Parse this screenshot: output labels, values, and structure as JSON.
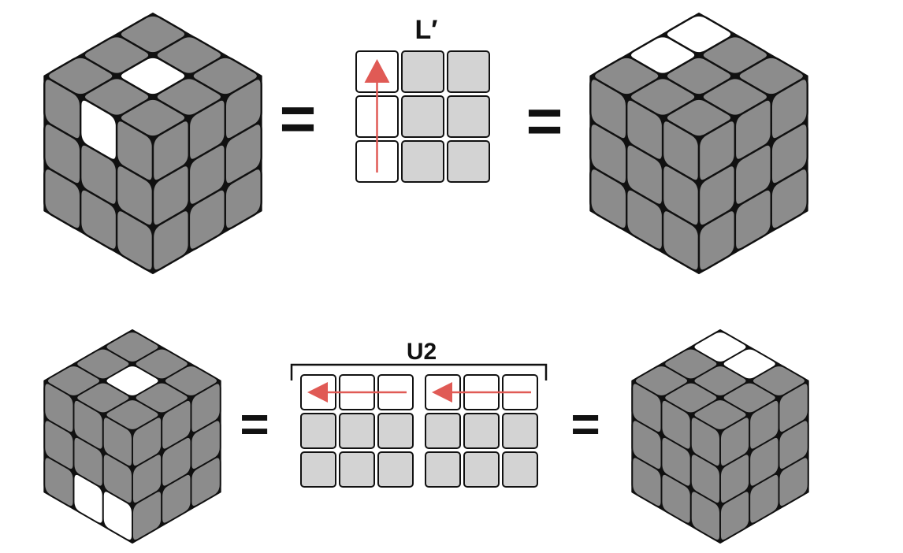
{
  "colors": {
    "sticker_gray": "#8c8c8c",
    "sticker_white": "#ffffff",
    "grid_gray": "#d3d3d3",
    "outline": "#111111",
    "arrow_red": "#e05a55"
  },
  "rows": [
    {
      "move_label": "L′",
      "equals": [
        "=",
        "="
      ],
      "left_cube": {
        "top_white": [
          [
            1,
            1
          ]
        ],
        "left_white": [
          [
            0,
            1
          ]
        ],
        "right_white": []
      },
      "right_cube": {
        "top_white": [
          [
            0,
            0
          ],
          [
            0,
            1
          ]
        ],
        "left_white": [],
        "right_white": []
      },
      "notation": {
        "arrow": "up"
      }
    },
    {
      "move_label": "U2",
      "equals": [
        "=",
        "="
      ],
      "left_cube": {
        "top_white": [
          [
            1,
            1
          ]
        ],
        "left_white": [
          [
            2,
            1
          ],
          [
            2,
            2
          ]
        ],
        "right_white": []
      },
      "right_cube": {
        "top_white": [
          [
            0,
            0
          ],
          [
            1,
            0
          ]
        ],
        "left_white": [],
        "right_white": []
      },
      "notation": {
        "arrow": "left"
      }
    }
  ]
}
